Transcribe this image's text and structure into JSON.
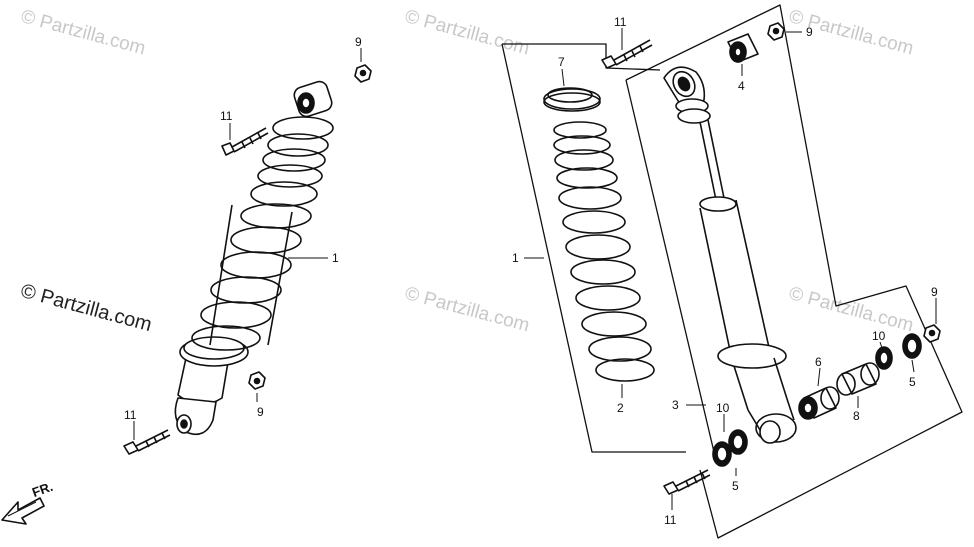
{
  "watermarks": {
    "main": "© Partzilla.com",
    "faint": "© Partzilla.com"
  },
  "direction": {
    "label": "FR."
  },
  "callouts": {
    "c1a": "1",
    "c9a": "9",
    "c11a": "11",
    "c9b": "9",
    "c11b": "11",
    "c1b": "1",
    "c7": "7",
    "c11c": "11",
    "c9c": "9",
    "c4": "4",
    "c2": "2",
    "c3": "3",
    "c6": "6",
    "c8": "8",
    "c10a": "10",
    "c5a": "5",
    "c9d": "9",
    "c10b": "10",
    "c5b": "5",
    "c11d": "11"
  },
  "colors": {
    "ink": "#111111",
    "watermark": "#c8c8c8"
  }
}
